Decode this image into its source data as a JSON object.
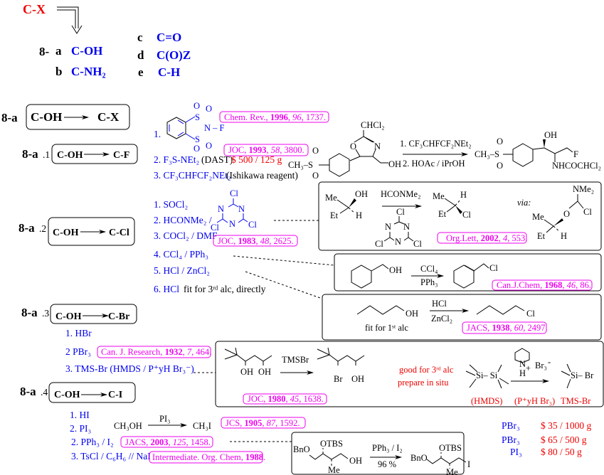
{
  "header": {
    "target": "C-X",
    "prefix": "8-",
    "items": [
      {
        "letter": "a",
        "group": "C-OH"
      },
      {
        "letter": "b",
        "group": "C-NH₂"
      },
      {
        "letter": "c",
        "group": "C=O"
      },
      {
        "letter": "d",
        "group": "C(O)Z"
      },
      {
        "letter": "e",
        "group": "C-H"
      }
    ]
  },
  "sections": {
    "main": {
      "label": "8-a",
      "from": "C-OH",
      "to": "C-X"
    },
    "f": {
      "label": "8-a",
      "num": ".1",
      "from": "C-OH",
      "to": "C-F"
    },
    "cl": {
      "label": "8-a",
      "num": ".2",
      "from": "C-OH",
      "to": "C-Cl"
    },
    "br": {
      "label": "8-a",
      "num": ".3",
      "from": "C-OH",
      "to": "C-Br"
    },
    "i": {
      "label": "8-a",
      "num": ".4",
      "from": "C-OH",
      "to": "C-I"
    }
  },
  "fluorination": {
    "reagents": [
      "1.",
      "2. F₃S-NEt₂",
      "(DAST)",
      "3. CF₃CHFCF₂NEt₂",
      "(Ishikawa reagent)"
    ],
    "price": "$ 500 / 125 g",
    "reagent1_atoms": [
      "O",
      "O",
      "S",
      "N – F",
      "S",
      "O",
      "O"
    ],
    "refs": [
      {
        "journal": "Chem. Rev., ",
        "year": "1996",
        "vol": ", 96",
        "page": ", 1737."
      },
      {
        "journal": "JOC, ",
        "year": "1993",
        "vol": ", 58",
        "page": ", 3800."
      }
    ],
    "scheme": {
      "sm_atoms": [
        "CHCl₂",
        "O",
        "N",
        "OH",
        "CH₃–S",
        "O",
        "O"
      ],
      "conditions": [
        "1. CF₃CHFCF₂NEt₂",
        "2. HOAc / iPrOH"
      ],
      "product_atoms": [
        "CH₃–S",
        "O",
        "O",
        "OH",
        "F",
        "NHCOCHCl₂"
      ]
    }
  },
  "chlorination": {
    "reagents": [
      "1. SOCl₂",
      "2. HCONMe₂ /",
      "3. COCl₂ / DMF",
      "4. CCl₄ / PPh₃",
      "5. HCl / ZnCl₂",
      "6. HCl"
    ],
    "note6": "fit for 3ʳᵈ alc, directly",
    "triazine_atoms": [
      "Cl",
      "N",
      "N",
      "Cl",
      "N",
      "Cl"
    ],
    "ref": {
      "journal": "JOC, ",
      "year": "1983",
      "vol": ", 48",
      "page": ", 2625."
    },
    "example1": {
      "sm_atoms": [
        "Me",
        "OH",
        "Et",
        "H"
      ],
      "reagent": "HCONMe₂",
      "triazine_atoms": [
        "Cl",
        "N",
        "N",
        "Cl",
        "N",
        "Cl"
      ],
      "product_atoms": [
        "Me",
        "H",
        "Et",
        "Cl"
      ],
      "via": "via:",
      "intermediate_atoms": [
        "NMe₂",
        "Cl",
        "O",
        "Me",
        "Et",
        "H"
      ],
      "ref": {
        "journal": "Org.Lett, ",
        "year": "2002",
        "vol": ", 4",
        "page": ", 553."
      }
    },
    "example2": {
      "sm_atoms": [
        "OH"
      ],
      "above": "CCl₄",
      "below": "PPh₃",
      "product_atoms": [
        "Cl"
      ],
      "ref": {
        "journal": "Can.J.Chem, ",
        "year": "1968",
        "vol": ", 46",
        "page": ", 86."
      }
    },
    "example3": {
      "sm_atoms": [
        "OH"
      ],
      "above": "HCl",
      "below": "ZnCl₂",
      "product_atoms": [
        "Cl"
      ],
      "note": "fit for  1ˢᵗ alc",
      "ref": {
        "journal": "JACS, ",
        "year": "1938",
        "vol": ", 60",
        "page": ", 2497."
      }
    }
  },
  "bromination": {
    "reagents": [
      "1.  HBr",
      "2  PBr₃",
      "3.  TMS-Br (HMDS / P⁺yH Br₃⁻)"
    ],
    "ref": {
      "journal": "Can. J. Research, ",
      "year": "1932",
      "vol": ", 7",
      "page": ", 464."
    },
    "example": {
      "sm_atoms": [
        "OH",
        "OH"
      ],
      "reagent": "TMSBr",
      "product_atoms": [
        "Br",
        "OH"
      ],
      "ref": {
        "journal": "JOC, ",
        "year": "1980",
        "vol": ", 45",
        "page": ", 1638."
      },
      "notes": [
        "good for 3ʳᵈ alc",
        "prepare in situ"
      ],
      "hmds_atoms": [
        "Si– Si"
      ],
      "hmds_label": "(HMDS)",
      "pyr_atoms": [
        "N",
        "+",
        "H",
        "Br₃",
        "-"
      ],
      "pyr_label": "(P⁺yH Br₃)",
      "tmsbr_atoms": [
        "Si– Br"
      ],
      "tmsbr_label": "TMS-Br"
    }
  },
  "iodination": {
    "reagents": [
      "1.  HI",
      "2.  PI₃",
      "2.  PPh₃ / I₂",
      "3.  TsCl / C₆H₆ // NaI"
    ],
    "eq": {
      "sm": "CH₃OH",
      "reagent": "PI₃",
      "product": "CH₃I"
    },
    "refs": [
      {
        "journal": "JCS, ",
        "year": "1905",
        "vol": ", 87",
        "page": ", 1592."
      },
      {
        "journal": "JACS, ",
        "year": "2003",
        "vol": ", 125",
        "page": ", 1458."
      },
      {
        "journal": "Intermediate. Org. Chem, ",
        "year": "1988",
        "vol": "",
        "page": "."
      }
    ],
    "example": {
      "sm_atoms": [
        "BnO",
        "OTBS",
        "Me",
        "OH"
      ],
      "above": "PPh₃ / I₂",
      "below": "96 %",
      "product_atoms": [
        "BnO",
        "OTBS",
        "Me",
        "I"
      ]
    }
  },
  "prices": [
    {
      "reagent": "PBr₃",
      "price": "$ 35 / 1000 g"
    },
    {
      "reagent": "PBr₃",
      "price": "$ 65 / 500 g"
    },
    {
      "reagent": "PI₃",
      "price": "$ 80 / 50 g"
    }
  ],
  "colors": {
    "target": "#ee0000",
    "group": "#0000ee",
    "reference": "#ee00ee",
    "price": "#ee0000"
  }
}
